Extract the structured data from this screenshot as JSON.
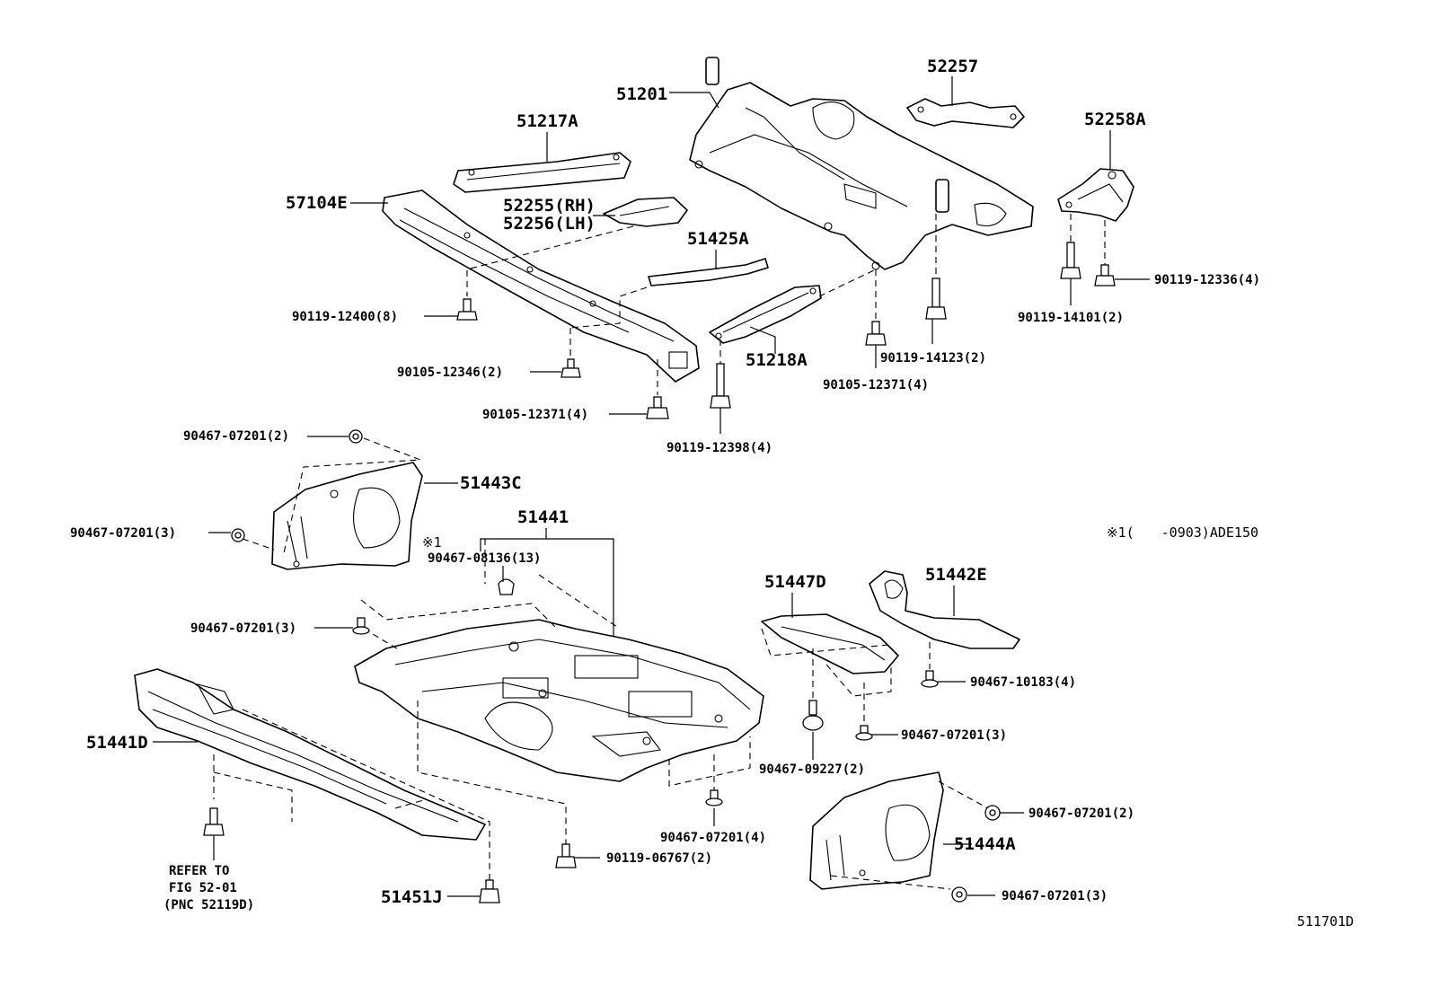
{
  "diagram": {
    "labels": {
      "p51201": "51201",
      "p52257": "52257",
      "p52258A": "52258A",
      "p51217A": "51217A",
      "p57104E": "57104E",
      "p52255": "52255(RH)",
      "p52256": "52256(LH)",
      "p51425A": "51425A",
      "p51218A": "51218A",
      "b90119_12400": "90119-12400(8)",
      "b90105_12346": "90105-12346(2)",
      "b90105_12371_l": "90105-12371(4)",
      "b90119_12398": "90119-12398(4)",
      "b90119_14123": "90119-14123(2)",
      "b90105_12371_r": "90105-12371(4)",
      "b90119_14101": "90119-14101(2)",
      "b90119_12336": "90119-12336(4)",
      "c90467_07201_2a": "90467-07201(2)",
      "p51443C": "51443C",
      "c90467_07201_3a": "90467-07201(3)",
      "mark_x1": "※1",
      "p51441": "51441",
      "c90467_08136": "90467-08136(13)",
      "note_x1": "※1(　　-0903)ADE150",
      "p51447D": "51447D",
      "p51442E": "51442E",
      "c90467_07201_3b": "90467-07201(3)",
      "c90467_10183": "90467-10183(4)",
      "c90467_07201_3c": "90467-07201(3)",
      "p51441D": "51441D",
      "c90467_09227": "90467-09227(2)",
      "c90467_07201_4": "90467-07201(4)",
      "c90467_07201_2b": "90467-07201(2)",
      "p51444A": "51444A",
      "b90119_06767": "90119-06767(2)",
      "c90467_07201_3d": "90467-07201(3)",
      "ref1": "REFER TO",
      "ref2": "FIG 52-01",
      "ref3": "(PNC 52119D)",
      "p51451J": "51451J",
      "fig_id": "511701D"
    }
  }
}
